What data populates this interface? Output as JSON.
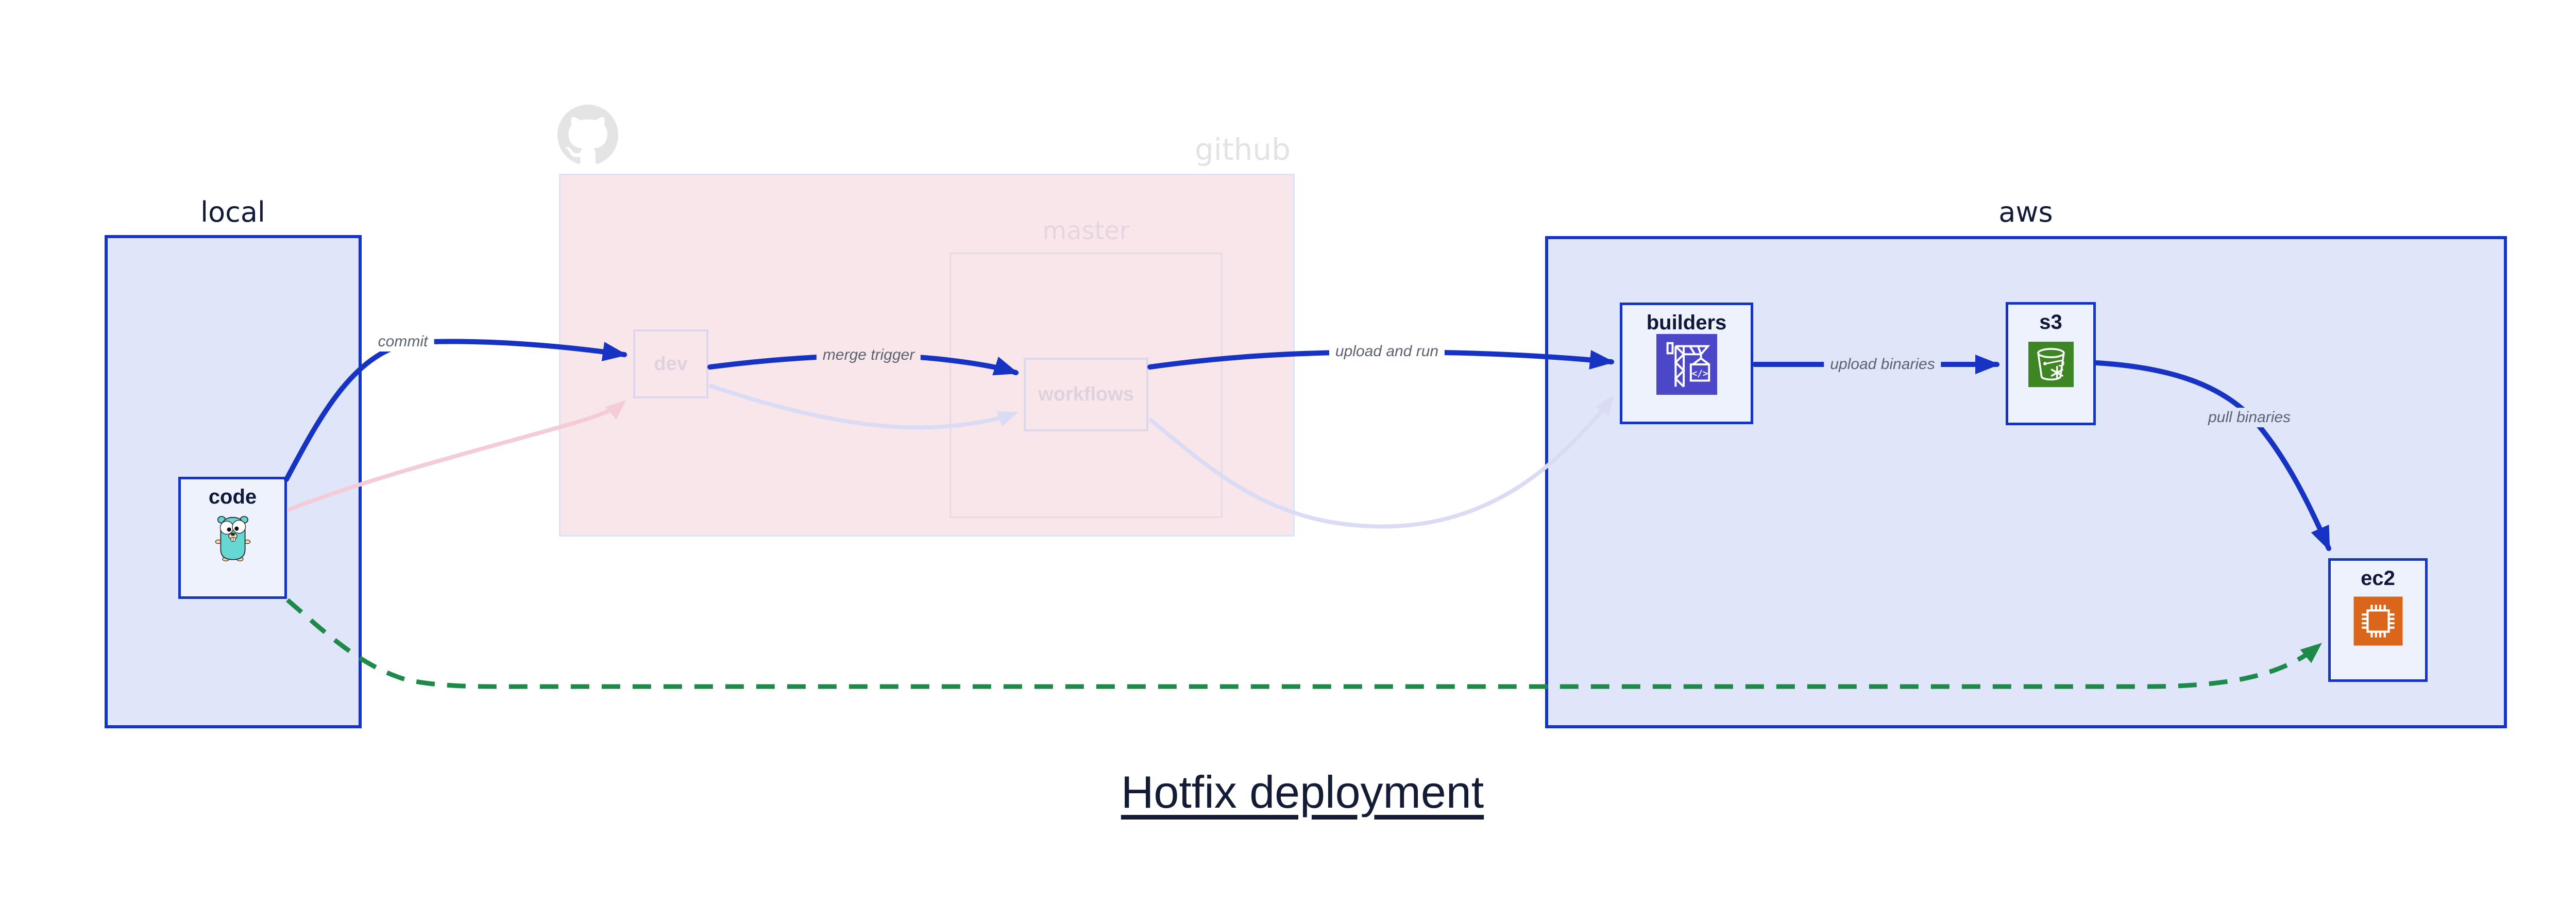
{
  "diagram_title": "Hotfix deployment",
  "groups": {
    "local": {
      "label": "local"
    },
    "github": {
      "label": "github",
      "icon": "github-octocat-icon",
      "master": {
        "label": "master"
      }
    },
    "aws": {
      "label": "aws"
    }
  },
  "nodes": {
    "code": {
      "label": "code",
      "icon": "go-gopher-icon"
    },
    "dev": {
      "label": "dev"
    },
    "workflows": {
      "label": "workflows"
    },
    "builders": {
      "label": "builders",
      "icon": "aws-codebuild-crane-icon"
    },
    "s3": {
      "label": "s3",
      "icon": "aws-s3-bucket-icon"
    },
    "ec2": {
      "label": "ec2",
      "icon": "aws-ec2-chip-icon"
    }
  },
  "edges": {
    "commit": {
      "label": "commit"
    },
    "merge_trigger": {
      "label": "merge trigger"
    },
    "upload_and_run": {
      "label": "upload and run"
    },
    "upload_binaries": {
      "label": "upload binaries"
    },
    "pull_binaries": {
      "label": "pull binaries"
    },
    "hotfix_path": {
      "label": ""
    }
  },
  "colors": {
    "accent_blue": "#1733c4",
    "container_border_blue": "#1434c8",
    "container_fill_blue": "#e0e6fa",
    "node_fill": "#eef2fc",
    "github_fill": "#f9e6ea",
    "faded_border": "#ddd7ec",
    "faded_text": "#ddd2dd",
    "github_gray": "#e3e3e6",
    "hotfix_green": "#1e8a4a",
    "edge_label_gray": "#5b6270",
    "dark_text": "#131b3a",
    "codebuild_indigo": "#4b47c8",
    "s3_green": "#3e8624",
    "ec2_orange": "#d9661a"
  }
}
